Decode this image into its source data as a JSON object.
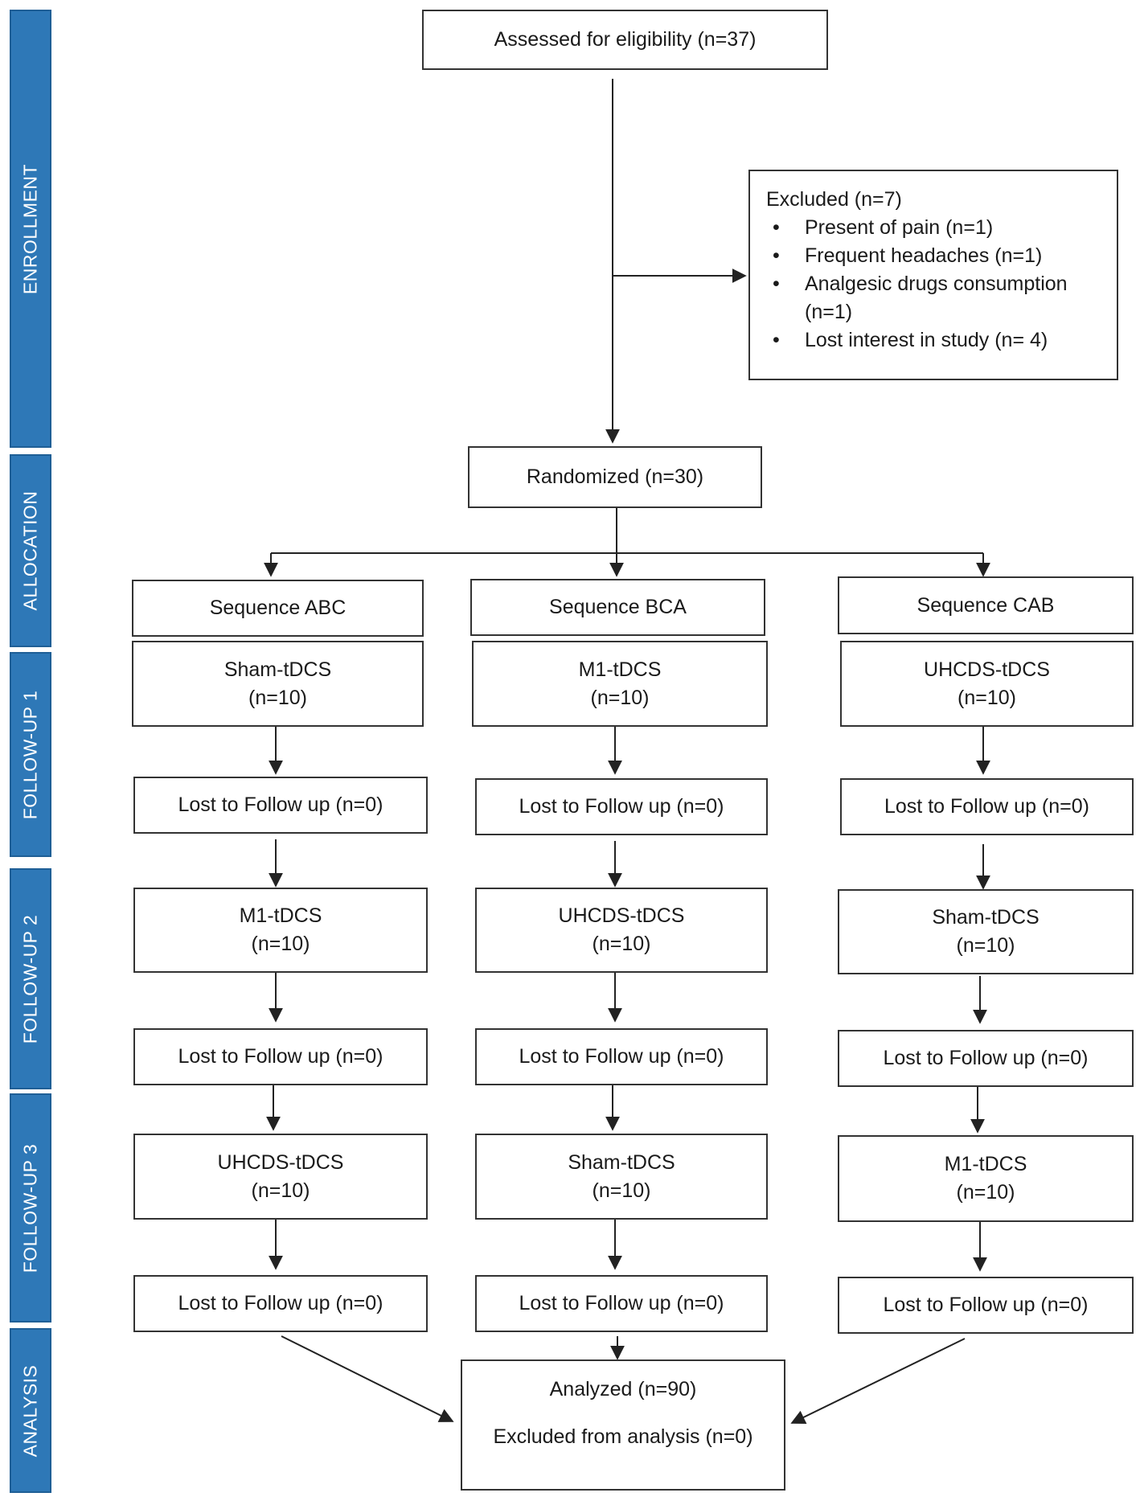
{
  "phases": [
    "ENROLLMENT",
    "ALLOCATION",
    "FOLLOW-UP 1",
    "FOLLOW-UP 2",
    "FOLLOW-UP 3",
    "ANALYSIS"
  ],
  "assessed": "Assessed for eligibility (n=37)",
  "excluded": {
    "title": "Excluded (n=7)",
    "items": [
      "Present of pain (n=1)",
      "Frequent headaches (n=1)",
      "Analgesic drugs consumption (n=1)",
      "Lost interest in study (n= 4)"
    ]
  },
  "randomized": "Randomized (n=30)",
  "arms": [
    {
      "sequence": "Sequence ABC",
      "treatments": [
        "Sham-tDCS",
        "M1-tDCS",
        "UHCDS-tDCS"
      ],
      "n": "(n=10)",
      "lost": "Lost to Follow up  (n=0)"
    },
    {
      "sequence": "Sequence BCA",
      "treatments": [
        "M1-tDCS",
        "UHCDS-tDCS",
        "Sham-tDCS"
      ],
      "n": "(n=10)",
      "lost": "Lost to Follow up  (n=0)"
    },
    {
      "sequence": "Sequence CAB",
      "treatments": [
        "UHCDS-tDCS",
        "Sham-tDCS",
        "M1-tDCS"
      ],
      "n": "(n=10)",
      "lost": "Lost to Follow up  (n=0)"
    }
  ],
  "analysis": {
    "analyzed": "Analyzed (n=90)",
    "excluded": "Excluded from analysis (n=0)"
  }
}
